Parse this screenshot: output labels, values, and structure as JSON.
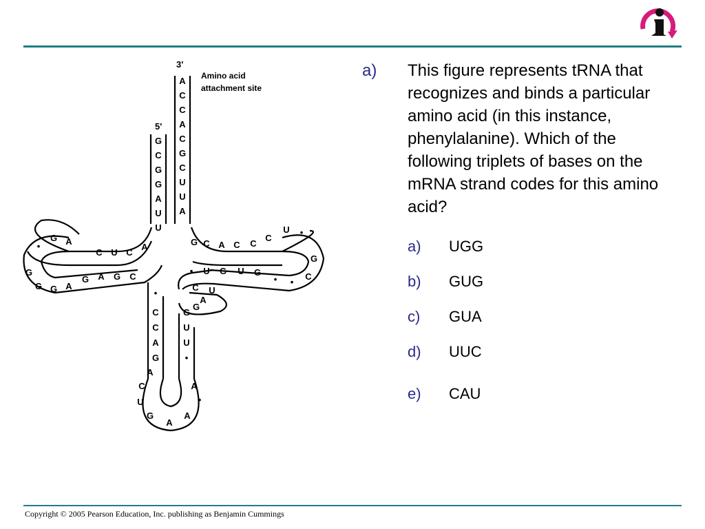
{
  "logo": {
    "icon": "info-i-icon",
    "colors": {
      "ring": "#d81b7a",
      "figure": "#111111"
    }
  },
  "figure": {
    "label_3prime": "3'",
    "label_5prime": "5'",
    "attachment_line1": "Amino acid",
    "attachment_line2": "attachment site"
  },
  "question": {
    "marker": "a)",
    "text": "This figure represents tRNA that recognizes and binds a particular amino acid (in this instance, phenylalanine). Which of the following triplets of bases on the mRNA strand codes for this amino acid?"
  },
  "choices": [
    {
      "marker": "a)",
      "text": "UGG"
    },
    {
      "marker": "b)",
      "text": "GUG"
    },
    {
      "marker": "c)",
      "text": "GUA"
    },
    {
      "marker": "d)",
      "text": "UUC"
    },
    {
      "marker": "e)",
      "text": "CAU"
    }
  ],
  "footer": {
    "copyright": "Copyright © 2005 Pearson Education, Inc. publishing as Benjamin Cummings"
  },
  "colors": {
    "rule": "#1f7d86",
    "marker": "#2a2a8c"
  }
}
